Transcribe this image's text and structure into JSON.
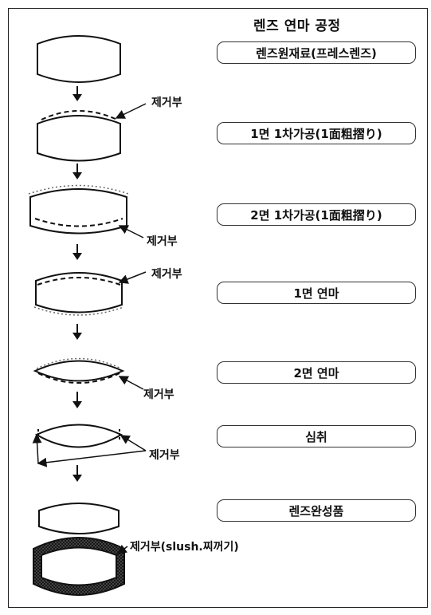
{
  "title": "렌즈 연마 공정",
  "steps": [
    "렌즈원재료(프레스렌즈)",
    "1면 1차가공(1面粗摺り)",
    "2면 1차가공(1面粗摺り)",
    "1면 연마",
    "2면 연마",
    "심취",
    "렌즈완성품"
  ],
  "labels": {
    "removal": "제거부",
    "removal_slush": "제거부(slush.찌꺼기)"
  }
}
